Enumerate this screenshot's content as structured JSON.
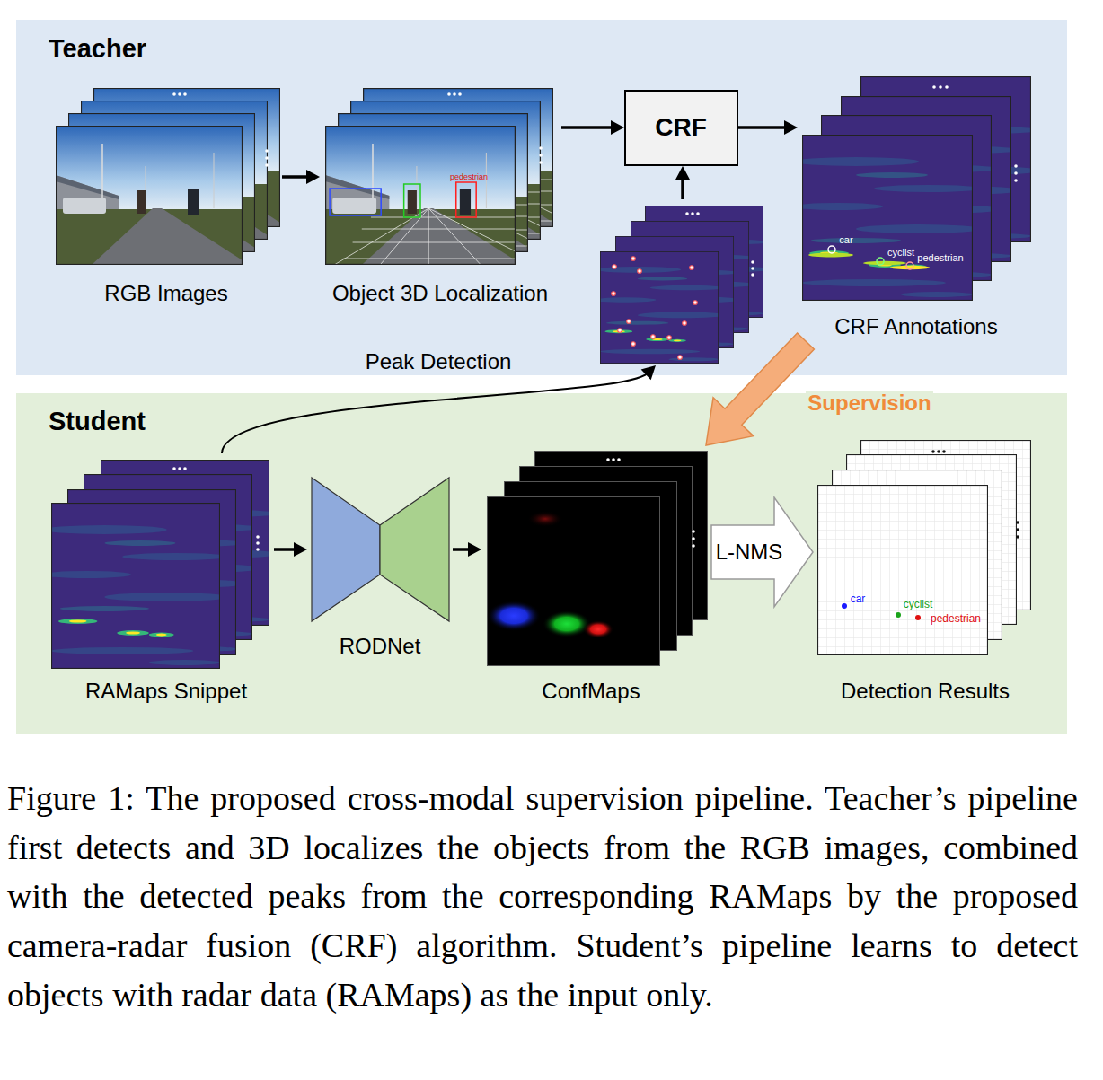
{
  "diagram": {
    "caption": "Figure 1: The proposed cross-modal supervision pipeline. Teacher’s pipeline first detects and 3D localizes the objects from the RGB images, combined with the detected peaks from the corresponding RAMaps by the proposed camera-radar fusion (CRF) algorithm. Student’s pipeline learns to detect objects with radar data (RAMaps) as the input only.",
    "nodes": [
      {
        "text": [
          "Teacher"
        ]
      },
      {
        "text": [
          "RGB Images"
        ],
        "in": 0
      },
      {
        "text": [
          "Object 3D Localization",
          "pedestrian"
        ],
        "in": 0
      },
      {
        "text": [
          "CRF"
        ],
        "in": 0
      },
      {
        "text": [
          "Peak Detection"
        ],
        "in": 0
      },
      {
        "text": [
          "CRF Annotations",
          "car",
          "cyclist",
          "pedestrian"
        ],
        "in": 0
      },
      {
        "text": [
          "Student"
        ]
      },
      {
        "text": [
          "RAMaps Snippet"
        ],
        "in": 6
      },
      {
        "text": [
          "RODNet"
        ],
        "in": 6
      },
      {
        "text": [
          "ConfMaps"
        ],
        "in": 6
      },
      {
        "text": [
          "Detection Results",
          "car",
          "cyclist",
          "pedestrian"
        ],
        "in": 6
      }
    ],
    "edges": [
      {
        "from": 1,
        "to": 2,
        "arrow": "to"
      },
      {
        "from": 2,
        "to": 3,
        "arrow": "to"
      },
      {
        "from": 4,
        "to": 3,
        "arrow": "to"
      },
      {
        "from": 3,
        "to": 5,
        "arrow": "to"
      },
      {
        "from": 7,
        "to": 4,
        "arrow": "to"
      },
      {
        "from": 7,
        "to": 8,
        "arrow": "to"
      },
      {
        "from": 8,
        "to": 9,
        "arrow": "to"
      },
      {
        "from": 9,
        "to": 10,
        "arrow": "to",
        "label": "L-NMS"
      },
      {
        "from": 5,
        "to": 9,
        "arrow": "to",
        "label": "Supervision"
      }
    ]
  }
}
